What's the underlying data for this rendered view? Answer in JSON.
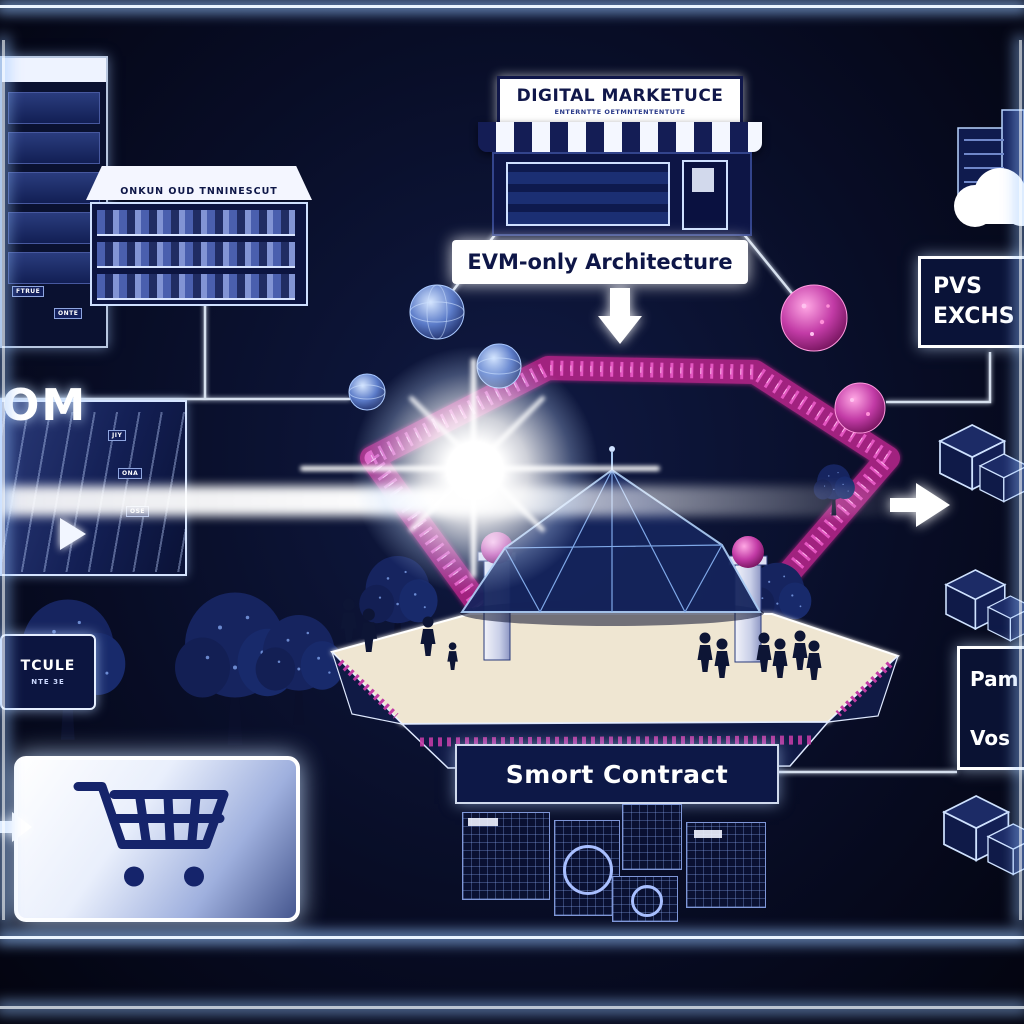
{
  "meta": {
    "title": "Digital marketplace blockchain diagram"
  },
  "colors": {
    "background": "#070b22",
    "panel_navy": "#0d1847",
    "glow_blue": "#8fc4ff",
    "garland_magenta": "#b92f9b",
    "white": "#ffffff",
    "platform_cream": "#efe6d2"
  },
  "top_store": {
    "sign_title": "DIGITAL MARKETUCE",
    "sign_subtitle": "ENTERNTTE OETMNTENTENTUTE"
  },
  "labels": {
    "evm": "EVM-only Architecture",
    "smart_contract": "Smort Contract"
  },
  "right_column": {
    "pvs_box": {
      "line1": "PVS",
      "line2": "EXCHS"
    },
    "pam_box": {
      "line1": "Pam",
      "line2": "Vos"
    }
  },
  "left_column": {
    "awning_text": "ONKUN OUD TNNINESCUT",
    "edge_text": "OM",
    "sign_line1": "TCULE",
    "sign_line2": "NTE 3E",
    "shop_tags": [
      "FTRUE",
      "ONTE"
    ],
    "shelf_tags": [
      "JIY",
      "ONA",
      "OSE"
    ]
  },
  "icons": {
    "cart": "shopping-cart",
    "arrow_down": "arrow-down",
    "arrow_right": "arrow-right",
    "arrow_into_cart": "arrow-right",
    "cloud": "cloud",
    "trees": "tree",
    "spheres": "network-sphere",
    "packages": "package-box"
  }
}
